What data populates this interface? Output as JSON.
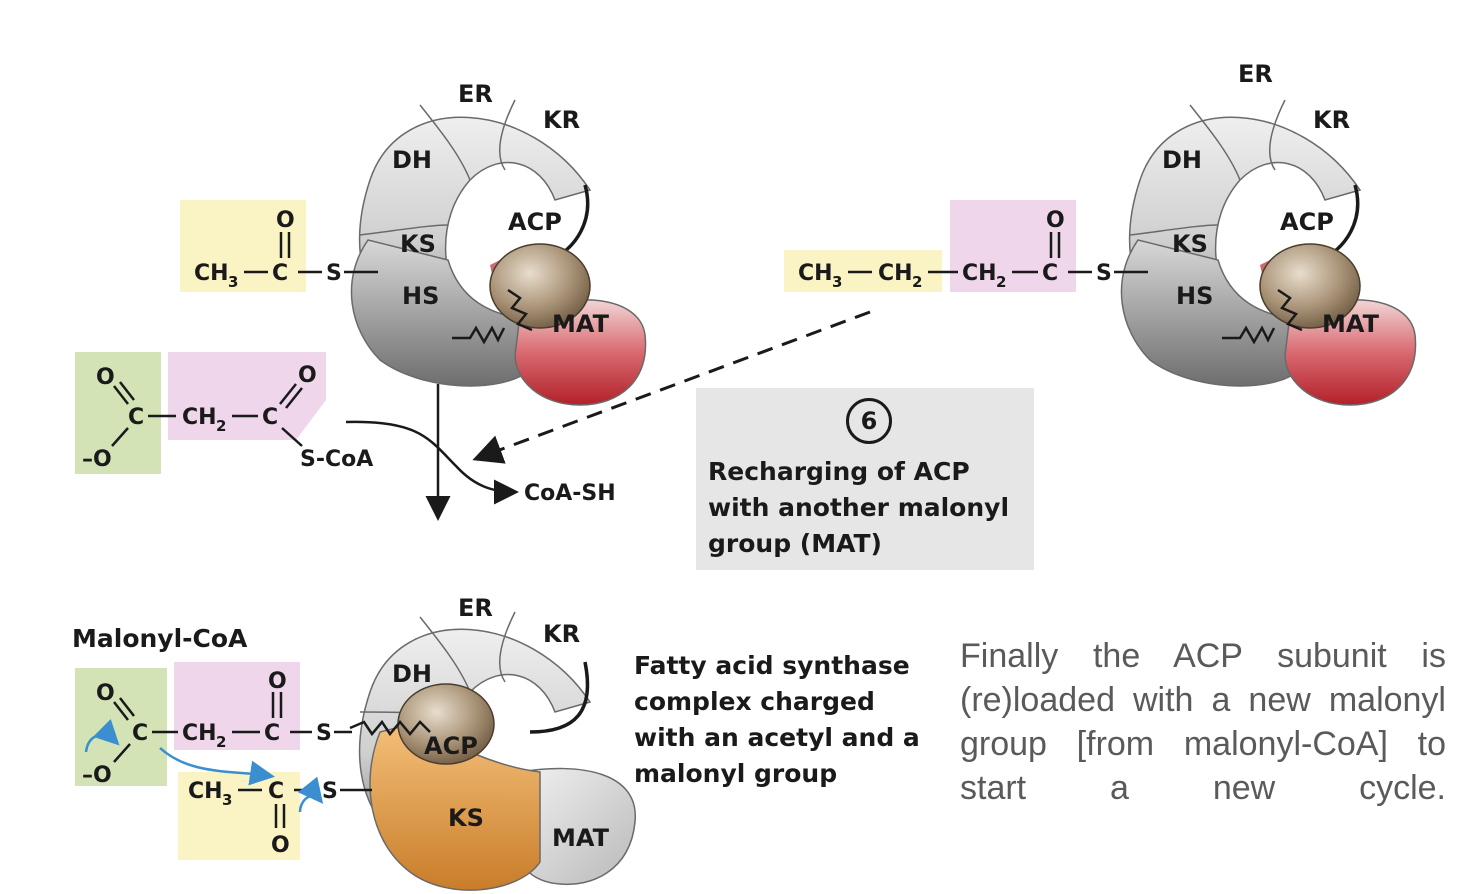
{
  "enzyme_labels": {
    "er": "ER",
    "kr": "KR",
    "dh": "DH",
    "ks": "KS",
    "acp": "ACP",
    "mat": "MAT",
    "hs": "HS"
  },
  "molecules": {
    "acetyl": {
      "ch3": "CH",
      "sub3": "3",
      "c": "C",
      "o": "O",
      "s": "S"
    },
    "butyryl": {
      "ch3": "CH",
      "sub3": "3",
      "ch2": "CH",
      "sub2": "2",
      "c": "C",
      "o": "O",
      "s": "S"
    },
    "malonyl": {
      "o": "O",
      "o_minus": "–O",
      "c": "C",
      "ch2": "CH",
      "sub2": "2",
      "s_coa": "S-CoA"
    },
    "coa_sh": "CoA-SH"
  },
  "step": {
    "number": "6",
    "title": "Recharging of ACP with another malonyl group (MAT)"
  },
  "malonyl_coa_label": "Malonyl-CoA",
  "caption": "Fatty acid synthase complex charged with an acetyl and a malonyl group",
  "note": "Finally the ACP subunit is (re)loaded with a new malonyl group [from malonyl-CoA] to start a new cycle.",
  "colors": {
    "acyl_box": "#faf3c4",
    "malonyl_box": "#efd6ea",
    "carboxyl_box": "#d3e3b5",
    "enzyme_grey": "#c8c8c8",
    "mat_red": "#c43c44",
    "ks_orange": "#d9913a",
    "acp_brown": "#9a8468",
    "step_box": "#e6e6e6",
    "note_text": "#5a5a5a",
    "arrow_blue": "#3b8fd0"
  }
}
